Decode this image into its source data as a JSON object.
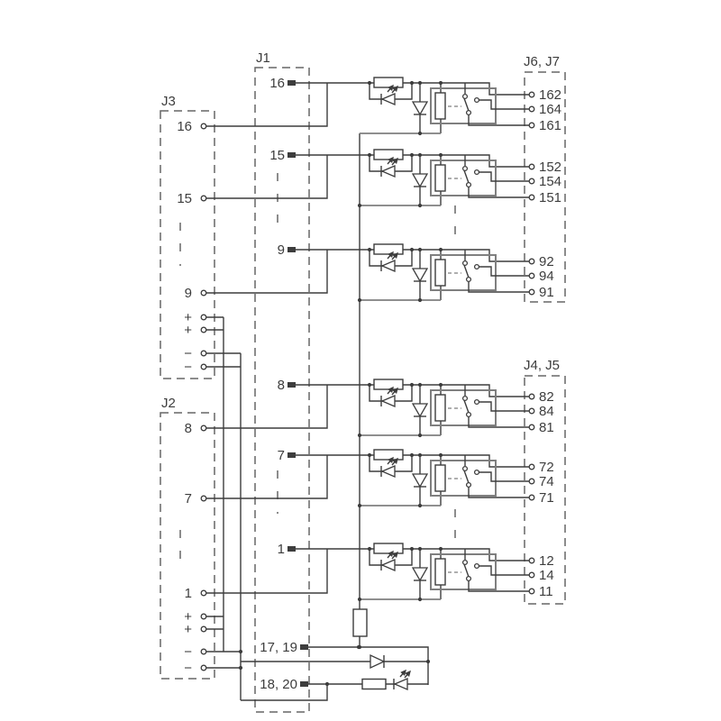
{
  "colors": {
    "background": "#ffffff",
    "wire": "#3d3d3d",
    "relay_outline": "#7f7f7f",
    "connector_outline": "#666666"
  },
  "connectors": {
    "j1": {
      "label": "J1",
      "pins": [
        "16",
        "15",
        "9",
        "8",
        "7",
        "1",
        "17, 19",
        "18, 20"
      ]
    },
    "j3": {
      "label": "J3",
      "pins": [
        "16",
        "15",
        "9",
        "+",
        "+",
        "−",
        "−"
      ]
    },
    "j2": {
      "label": "J2",
      "pins": [
        "8",
        "7",
        "1",
        "+",
        "+",
        "−",
        "−"
      ]
    },
    "j67": {
      "label": "J6, J7",
      "pins": [
        "162",
        "164",
        "161",
        "152",
        "154",
        "151",
        "92",
        "94",
        "91"
      ]
    },
    "j45": {
      "label": "J4, J5",
      "pins": [
        "82",
        "84",
        "81",
        "72",
        "74",
        "71",
        "12",
        "14",
        "11"
      ]
    }
  }
}
